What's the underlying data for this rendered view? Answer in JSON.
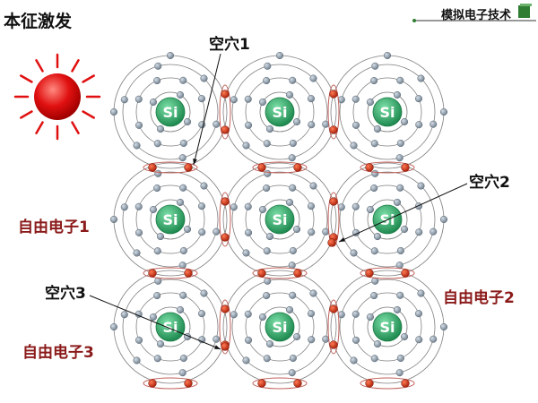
{
  "header": {
    "title": "本征激发",
    "brand": "模拟电子技术"
  },
  "diagram": {
    "atom_symbol": "Si",
    "labels": {
      "hole1": "空穴1",
      "hole2": "空穴2",
      "hole3": "空穴3",
      "free_electron1": "自由电子1",
      "free_electron2": "自由电子2",
      "free_electron3": "自由电子3"
    },
    "colors": {
      "atom_core": "#2fa86a",
      "core_text": "#ffffff",
      "valence_electron": "#c02a10",
      "inner_electron": "#8a98a6",
      "bond_outline": "#c0605a",
      "label_red": "#8b1a1a",
      "sun": "#e01010",
      "brand_bar": "#2e7d32"
    },
    "lattice": {
      "rows": 3,
      "cols": 3
    }
  }
}
